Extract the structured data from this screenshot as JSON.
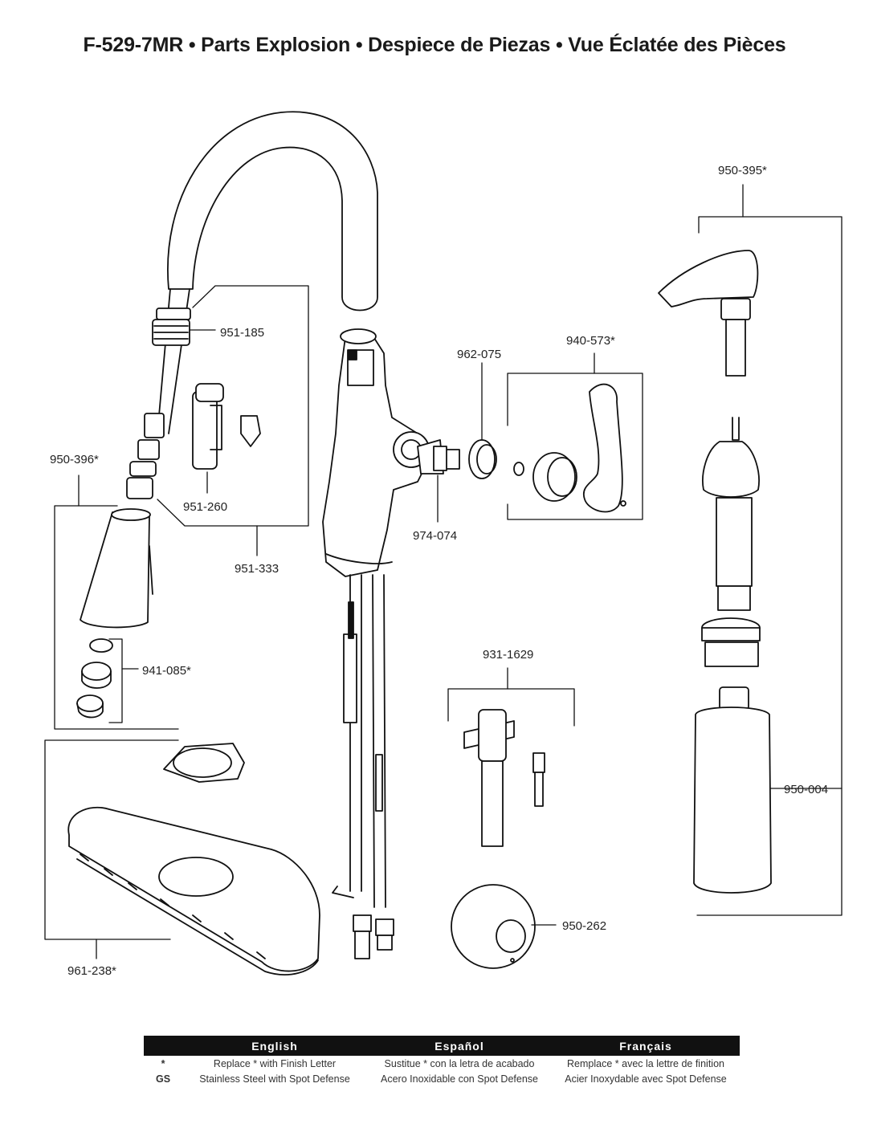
{
  "title": "F-529-7MR  •  Parts Explosion  •  Despiece de Piezas  •  Vue Éclatée des Pièces",
  "parts": {
    "p950395": "950-395*",
    "p951185": "951-185",
    "p962075": "962-075",
    "p940573": "940-573*",
    "p950396": "950-396*",
    "p951260": "951-260",
    "p974074": "974-074",
    "p951333": "951-333",
    "p941085": "941-085*",
    "p9311629": "931-1629",
    "p950004": "950-004",
    "p950262": "950-262",
    "p961238": "961-238*"
  },
  "legend": {
    "headers": [
      "English",
      "Español",
      "Français"
    ],
    "rows": [
      {
        "symbol": "*",
        "en": "Replace * with Finish Letter",
        "es": "Sustitue * con la letra de acabado",
        "fr": "Remplace * avec la lettre de finition"
      },
      {
        "symbol": "GS",
        "en": "Stainless Steel with Spot Defense",
        "es": "Acero Inoxidable con Spot Defense",
        "fr": "Acier Inoxydable avec Spot Defense"
      }
    ]
  }
}
